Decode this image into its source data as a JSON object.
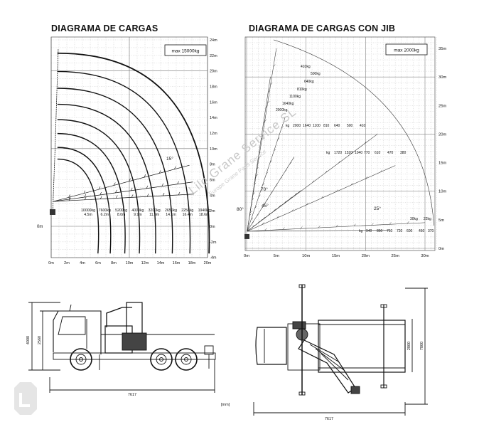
{
  "chart1": {
    "title": "DIAGRAMA DE CARGAS",
    "max_label": "max 15000kg",
    "y_ticks": [
      "24m",
      "22m",
      "20m",
      "18m",
      "16m",
      "14m",
      "12m",
      "10m",
      "8m",
      "6m",
      "4m",
      "2m",
      "0m",
      "-2m",
      "-4m"
    ],
    "x_ticks": [
      "0m",
      "2m",
      "4m",
      "6m",
      "8m",
      "10m",
      "12m",
      "14m",
      "16m",
      "18m",
      "20m"
    ],
    "left_zero": "0m",
    "angle": "15°",
    "loads": [
      {
        "kg": "10000kg",
        "r": "4.5m"
      },
      {
        "kg": "7600kg",
        "r": "6.2m"
      },
      {
        "kg": "5200kg",
        "r": "8.0m"
      },
      {
        "kg": "4000kg",
        "r": "9.9m"
      },
      {
        "kg": "3200kg",
        "r": "11.9m"
      },
      {
        "kg": "2650kg",
        "r": "14.1m"
      },
      {
        "kg": "2250kg",
        "r": "16.4m"
      },
      {
        "kg": "1940kg",
        "r": "18.6m"
      }
    ]
  },
  "chart2": {
    "title": "DIAGRAMA DE CARGAS CON JIB",
    "max_label": "max 2000kg",
    "y_ticks": [
      "35m",
      "30m",
      "25m",
      "20m",
      "15m",
      "10m",
      "5m",
      "0m"
    ],
    "x_ticks": [
      "0m",
      "5m",
      "10m",
      "15m",
      "20m",
      "25m",
      "30m"
    ],
    "angles": [
      "80°",
      "70°",
      "45°",
      "25°"
    ],
    "vertical_loads": [
      "410kg",
      "500kg",
      "640kg",
      "810kg",
      "1100kg",
      "1640kg",
      "2000kg"
    ],
    "row70": [
      "kg",
      "2000",
      "1640",
      "1100",
      "810",
      "640",
      "500",
      "410"
    ],
    "row45": [
      "kg",
      "1720",
      "1520",
      "1040",
      "770",
      "610",
      "470",
      "380"
    ],
    "row25_top": [
      "30kg",
      "22kg"
    ],
    "row25": [
      "kg",
      "940",
      "850",
      "760",
      "720",
      "600",
      "460",
      "370"
    ]
  },
  "dims": {
    "side_height_total": "4000",
    "side_height": "2560",
    "side_length": "7617",
    "top_width": "2800",
    "top_width_outer": "7800",
    "top_length": "7617",
    "unit": "[mm]"
  },
  "watermark": {
    "text": "Lilo Grane Service SL",
    "sub": "Europe Grane Parts Service"
  }
}
